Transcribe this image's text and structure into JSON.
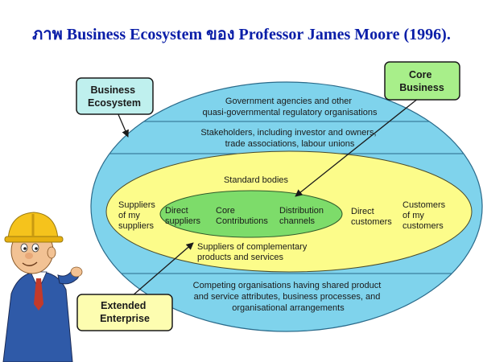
{
  "title": "ภาพ Business Ecosystem ของ Professor James Moore (1996).",
  "callouts": {
    "business_ecosystem": [
      "Business",
      "Ecosystem"
    ],
    "core_business": [
      "Core",
      "Business"
    ],
    "extended_enterprise": [
      "Extended",
      "Enterprise"
    ]
  },
  "outer_ring": {
    "government": [
      "Government agencies and other",
      "quasi-governmental regulatory organisations"
    ],
    "stakeholders": [
      "Stakeholders, including investor and owners,",
      "trade associations, labour unions"
    ],
    "competing": [
      "Competing organisations having shared product",
      "and service attributes, business processes, and",
      "organisational arrangements"
    ]
  },
  "middle_ring": {
    "standard_bodies": "Standard bodies",
    "suppliers_of_my_suppliers": [
      "Suppliers",
      "of my",
      "suppliers"
    ],
    "customers_of_my_customers": [
      "Customers",
      "of my",
      "customers"
    ],
    "direct_customers": [
      "Direct",
      "customers"
    ],
    "complementary": [
      "Suppliers of complementary",
      "products and services"
    ]
  },
  "core": {
    "direct_suppliers": [
      "Direct",
      "suppliers"
    ],
    "core_contributions": [
      "Core",
      "Contributions"
    ],
    "distribution_channels": [
      "Distribution",
      "channels"
    ]
  },
  "colors": {
    "title": "#0a1ea8",
    "outer_fill": "#7fd3ec",
    "middle_fill": "#fcfc8a",
    "core_fill": "#7ddc6a",
    "callout_cyan": "#bff0ee",
    "callout_green": "#a8ef8a",
    "callout_yellow": "#fdfdb0"
  }
}
